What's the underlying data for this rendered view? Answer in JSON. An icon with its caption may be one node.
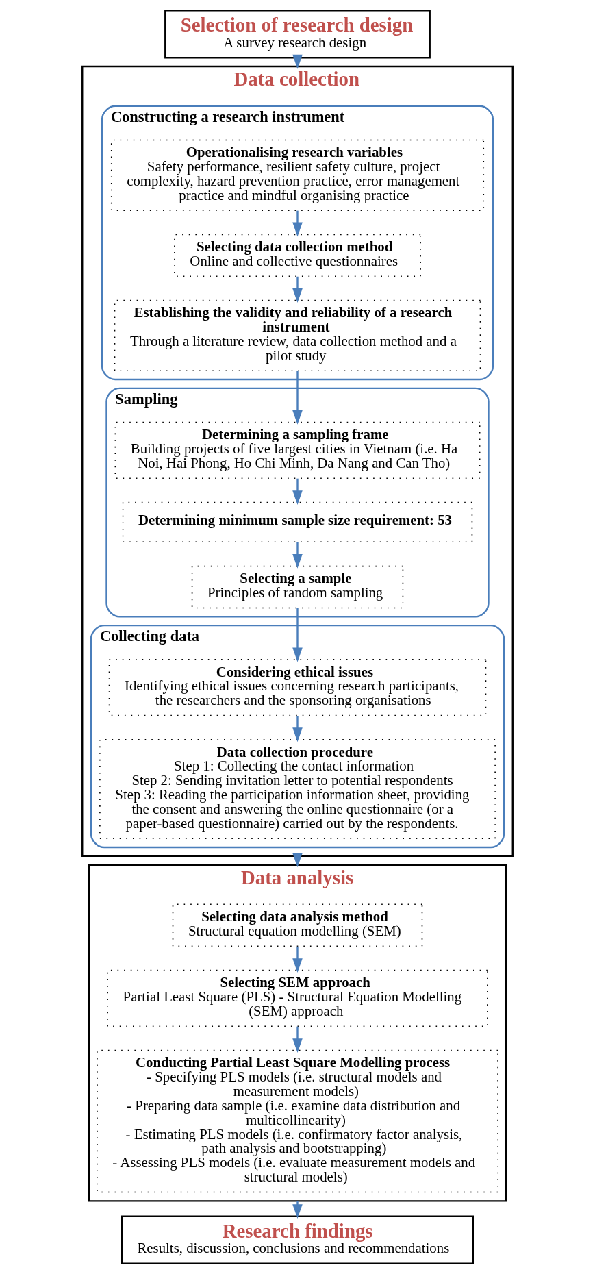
{
  "diagram": {
    "nodes": [
      {
        "text": [
          "Selection of research design",
          "A survey research design"
        ]
      },
      {
        "text": [
          "Data collection"
        ]
      },
      {
        "text": [
          "Constructing a research instrument"
        ],
        "in": 1
      },
      {
        "text": [
          "Operationalising research variables",
          "Safety performance, resilient safety culture, project complexity, hazard prevention practice, error management practice and mindful organising practice"
        ],
        "in": 2
      },
      {
        "text": [
          "Selecting data collection method",
          "Online and collective questionnaires"
        ],
        "in": 2
      },
      {
        "text": [
          "Establishing the validity and reliability of a research instrument",
          "Through a literature review, data collection method and a pilot study"
        ],
        "in": 2
      },
      {
        "text": [
          "Sampling"
        ],
        "in": 1
      },
      {
        "text": [
          "Determining a sampling frame",
          "Building projects of five largest cities in Vietnam (i.e. Ha Noi, Hai Phong, Ho Chi Minh, Da Nang and Can Tho)"
        ],
        "in": 6
      },
      {
        "text": [
          "Determining minimum sample size requirement: 53"
        ],
        "in": 6
      },
      {
        "text": [
          "Selecting a sample",
          "Principles of random sampling"
        ],
        "in": 6
      },
      {
        "text": [
          "Collecting data"
        ],
        "in": 1
      },
      {
        "text": [
          "Considering ethical issues",
          "Identifying ethical issues concerning research participants, the researchers and the sponsoring organisations"
        ],
        "in": 10
      },
      {
        "text": [
          "Data collection procedure",
          "Step 1: Collecting the contact information",
          "Step 2: Sending invitation letter to potential respondents",
          "Step 3: Reading the participation information sheet, providing the consent and answering the online questionnaire (or a paper-based questionnaire) carried out by the respondents."
        ],
        "in": 10
      },
      {
        "text": [
          "Data analysis"
        ]
      },
      {
        "text": [
          "Selecting data analysis method",
          "Structural equation modelling (SEM)"
        ],
        "in": 13
      },
      {
        "text": [
          "Selecting SEM approach",
          "Partial Least Square (PLS) - Structural Equation Modelling (SEM) approach"
        ],
        "in": 13
      },
      {
        "text": [
          "Conducting Partial Least Square Modelling process",
          "- Specifying PLS models (i.e. structural models and measurement models)",
          "- Preparing data sample (i.e. examine data distribution and multicollinearity)",
          "- Estimating PLS models (i.e. confirmatory factor analysis, path analysis and bootstrapping)",
          "- Assessing PLS models (i.e. evaluate measurement models and structural models)"
        ],
        "in": 13
      },
      {
        "text": [
          "Research findings",
          "Results, discussion, conclusions and recommendations"
        ]
      }
    ],
    "edges": [
      {
        "from": 0,
        "to": 1,
        "arrow": "to"
      },
      {
        "from": 3,
        "to": 4,
        "arrow": "to"
      },
      {
        "from": 4,
        "to": 5,
        "arrow": "to"
      },
      {
        "from": 5,
        "to": 7,
        "arrow": "to"
      },
      {
        "from": 7,
        "to": 8,
        "arrow": "to"
      },
      {
        "from": 8,
        "to": 9,
        "arrow": "to"
      },
      {
        "from": 9,
        "to": 11,
        "arrow": "to"
      },
      {
        "from": 11,
        "to": 12,
        "arrow": "to"
      },
      {
        "from": 1,
        "to": 13,
        "arrow": "to"
      },
      {
        "from": 14,
        "to": 15,
        "arrow": "to"
      },
      {
        "from": 15,
        "to": 16,
        "arrow": "to"
      },
      {
        "from": 13,
        "to": 17,
        "arrow": "to"
      }
    ]
  }
}
